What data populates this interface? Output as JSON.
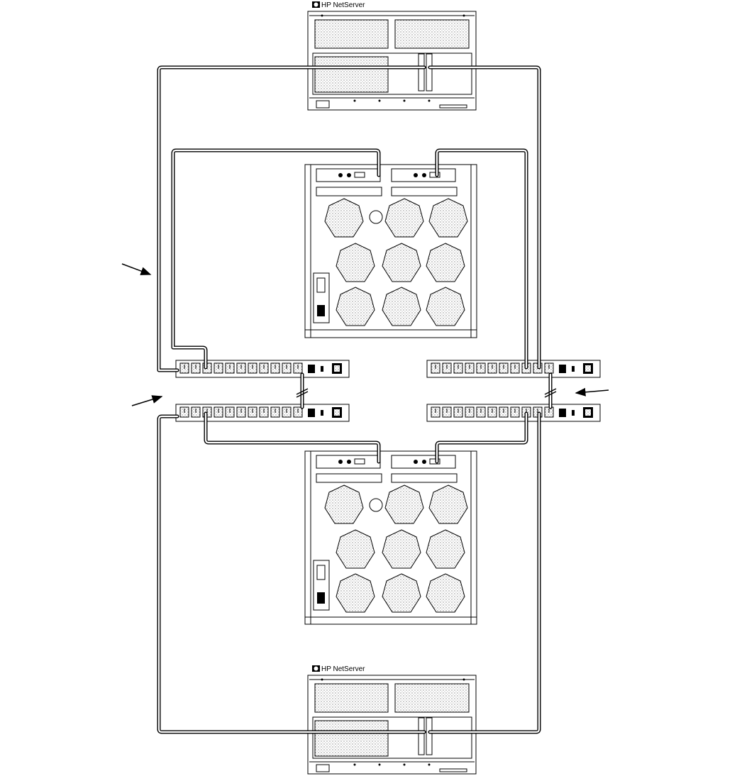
{
  "servers": [
    {
      "id": "top",
      "brand_label": "HP NetServer",
      "logo_glyph": "hp-logo-icon"
    },
    {
      "id": "bottom",
      "brand_label": "HP NetServer",
      "logo_glyph": "hp-logo-icon"
    }
  ],
  "chassis": [
    {
      "id": "upper"
    },
    {
      "id": "lower"
    }
  ],
  "switch_units": [
    {
      "id": "sw-left-top"
    },
    {
      "id": "sw-left-bottom"
    },
    {
      "id": "sw-right-top"
    },
    {
      "id": "sw-right-bottom"
    }
  ],
  "callout_arrows": [
    {
      "id": "arrow-left-cable"
    },
    {
      "id": "arrow-left-switch"
    },
    {
      "id": "arrow-right-switch"
    }
  ],
  "colors": {
    "line": "#000000",
    "background": "#ffffff",
    "stipple": "#bdbdbd"
  }
}
